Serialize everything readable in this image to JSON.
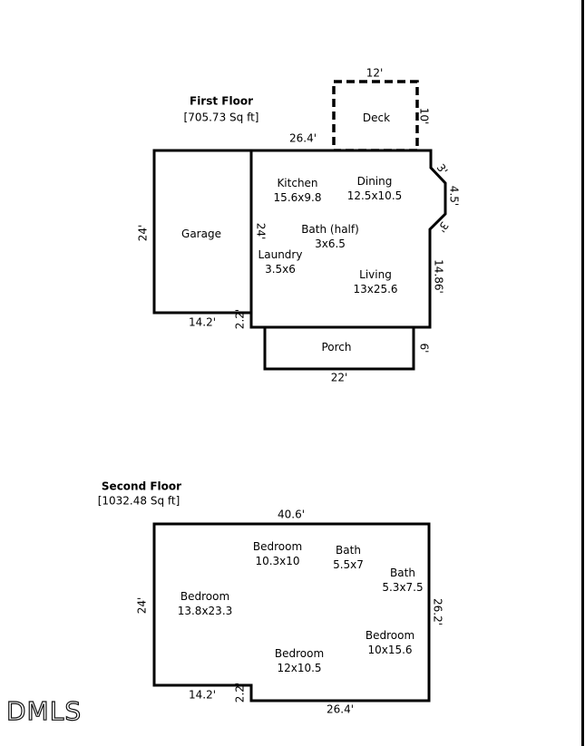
{
  "page": {
    "bg": "#ffffff",
    "line_color": "#000000",
    "watermark": "DMLS"
  },
  "first_floor": {
    "title": "First Floor",
    "sqft": "[705.73 Sq ft]",
    "rooms": {
      "deck": {
        "name": "Deck"
      },
      "kitchen": {
        "name": "Kitchen",
        "size": "15.6x9.8"
      },
      "dining": {
        "name": "Dining",
        "size": "12.5x10.5"
      },
      "bath_half": {
        "name": "Bath (half)",
        "size": "3x6.5"
      },
      "laundry": {
        "name": "Laundry",
        "size": "3.5x6"
      },
      "living": {
        "name": "Living",
        "size": "13x25.6"
      },
      "garage": {
        "name": "Garage"
      },
      "porch": {
        "name": "Porch"
      }
    },
    "dims": {
      "top": "26.4'",
      "deck_width": "12'",
      "deck_height": "10'",
      "garage_left": "24'",
      "main_left": "24'",
      "garage_bottom": "14.2'",
      "step": "2.2'",
      "bay_upper": "3'",
      "bay_mid": "4.5'",
      "bay_lower": "3'",
      "right": "14.86'",
      "porch_right": "6'",
      "porch_bottom": "22'"
    }
  },
  "second_floor": {
    "title": "Second Floor",
    "sqft": "[1032.48 Sq ft]",
    "rooms": {
      "bedroom_top": {
        "name": "Bedroom",
        "size": "10.3x10"
      },
      "bath_top": {
        "name": "Bath",
        "size": "5.5x7"
      },
      "bath_right": {
        "name": "Bath",
        "size": "5.3x7.5"
      },
      "bedroom_left": {
        "name": "Bedroom",
        "size": "13.8x23.3"
      },
      "bedroom_right": {
        "name": "Bedroom",
        "size": "10x15.6"
      },
      "bedroom_bottom": {
        "name": "Bedroom",
        "size": "12x10.5"
      }
    },
    "dims": {
      "top": "40.6'",
      "left": "24'",
      "right": "26.2'",
      "bottom_left": "14.2'",
      "step": "2.2'",
      "bottom": "26.4'"
    }
  }
}
